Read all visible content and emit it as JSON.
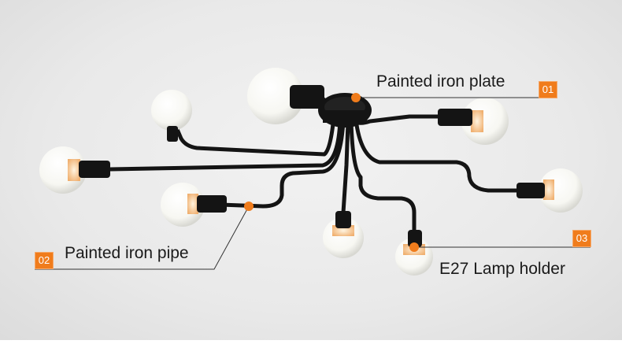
{
  "callouts": [
    {
      "number": "01",
      "label": "Painted iron plate"
    },
    {
      "number": "02",
      "label": "Painted iron pipe"
    },
    {
      "number": "03",
      "label": "E27 Lamp holder"
    }
  ],
  "colors": {
    "accent": "#f07c1c",
    "iron": "#141414",
    "bulb": "#fbfbf6",
    "background": "#ececec"
  },
  "product": {
    "arm_count": 8,
    "socket_type": "E27"
  }
}
